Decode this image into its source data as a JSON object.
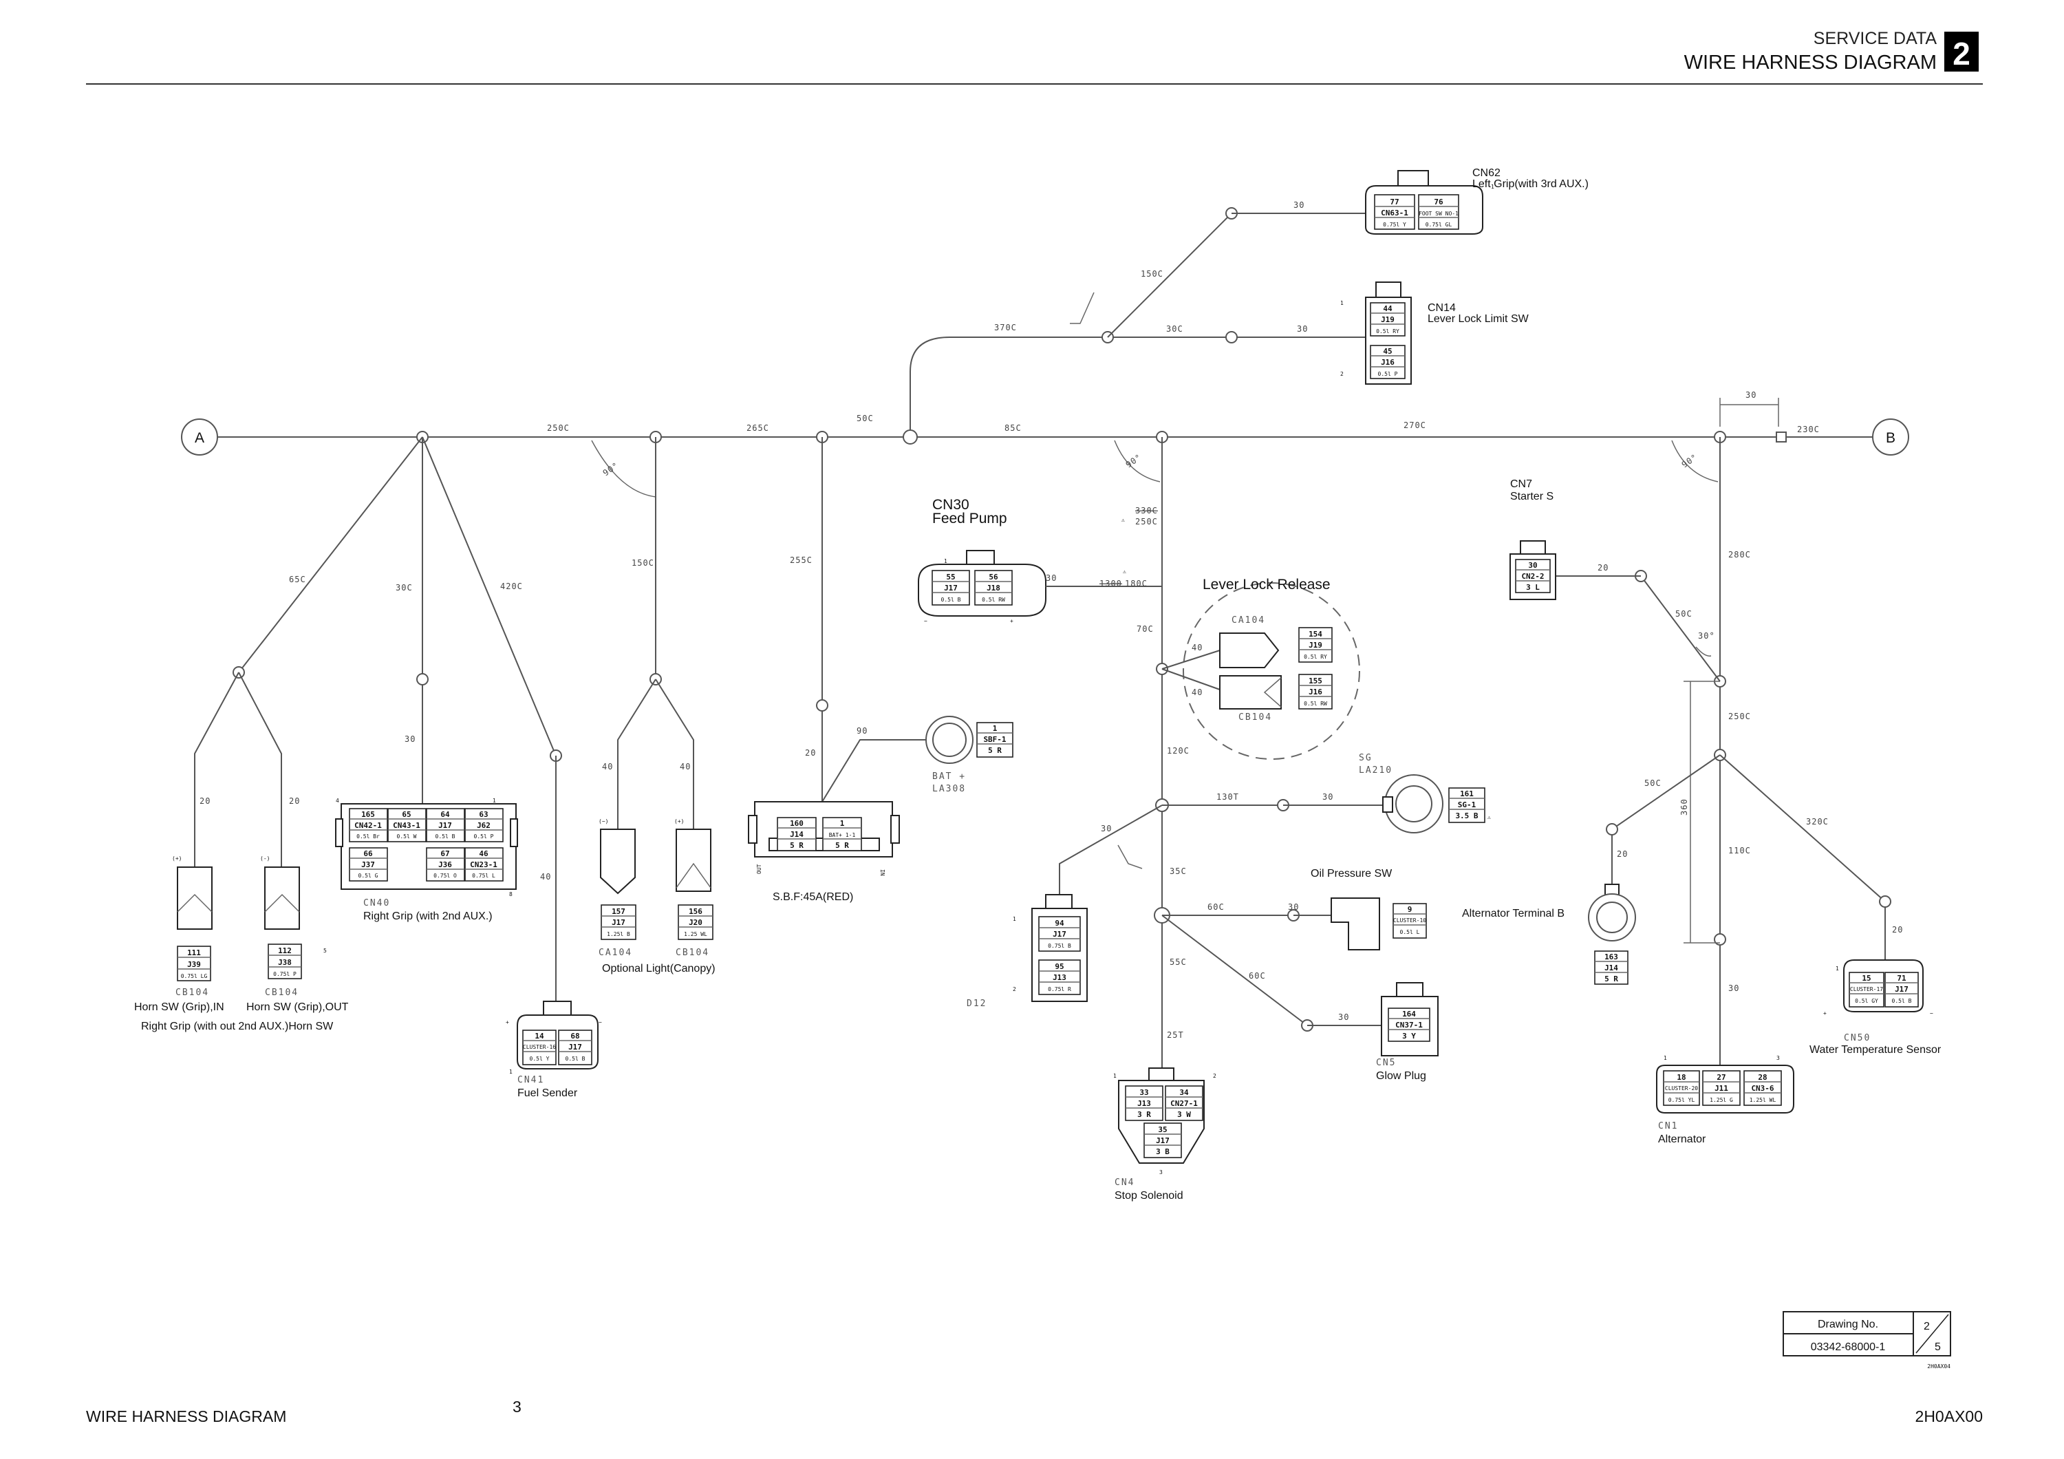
{
  "header": {
    "section": "SERVICE DATA",
    "title": "WIRE HARNESS DIAGRAM",
    "chapter": "2"
  },
  "footer": {
    "left": "WIRE HARNESS DIAGRAM",
    "page": "3",
    "right": "2H0AX00"
  },
  "title_block": {
    "label": "Drawing No.",
    "number": "03342-68000-1",
    "sheet": "2",
    "total": "5",
    "code": "2H0AX04"
  },
  "ends": {
    "a": "A",
    "b": "B"
  },
  "connectors": {
    "cn62": {
      "code": "CN62",
      "name": "Left Grip(with 3rd AUX.)"
    },
    "cn14": {
      "code": "CN14",
      "name": "Lever Lock Limit SW"
    },
    "cn30": {
      "code": "CN30",
      "name": "Feed Pump"
    },
    "cn7": {
      "code": "CN7",
      "name": "Starter S"
    },
    "lever_lock": {
      "name": "Lever Lock Release",
      "ca": "CA104",
      "cb": "CB104"
    },
    "bat": {
      "line1": "BAT +",
      "line2": "LA308"
    },
    "sbf": {
      "name": "S.B.F:45A(RED)",
      "out": "OUT",
      "in": "IN"
    },
    "sg": {
      "line1": "SG",
      "line2": "LA210"
    },
    "oil": {
      "name": "Oil Pressure SW"
    },
    "alt_b": {
      "name": "Alternator Terminal B"
    },
    "cn40": {
      "code": "CN40",
      "name": "Right Grip (with 2nd AUX.)"
    },
    "horn_in": {
      "code": "CB104",
      "name": "Horn SW (Grip),IN"
    },
    "horn_out": {
      "code": "CB104",
      "name": "Horn SW (Grip),OUT"
    },
    "horn_note": "Right Grip (with out 2nd AUX.)Horn SW",
    "light": {
      "ca": "CA104",
      "cb": "CB104",
      "name": "Optional Light(Canopy)"
    },
    "cn41": {
      "code": "CN41",
      "name": "Fuel Sender"
    },
    "cn5": {
      "code": "CN5",
      "name": "Glow Plug"
    },
    "cn4": {
      "code": "CN4",
      "name": "Stop Solenoid"
    },
    "cn1": {
      "code": "CN1",
      "name": "Alternator"
    },
    "cn50": {
      "code": "CN50",
      "name": "Water Temperature Sensor"
    },
    "d12": "D12"
  }
}
